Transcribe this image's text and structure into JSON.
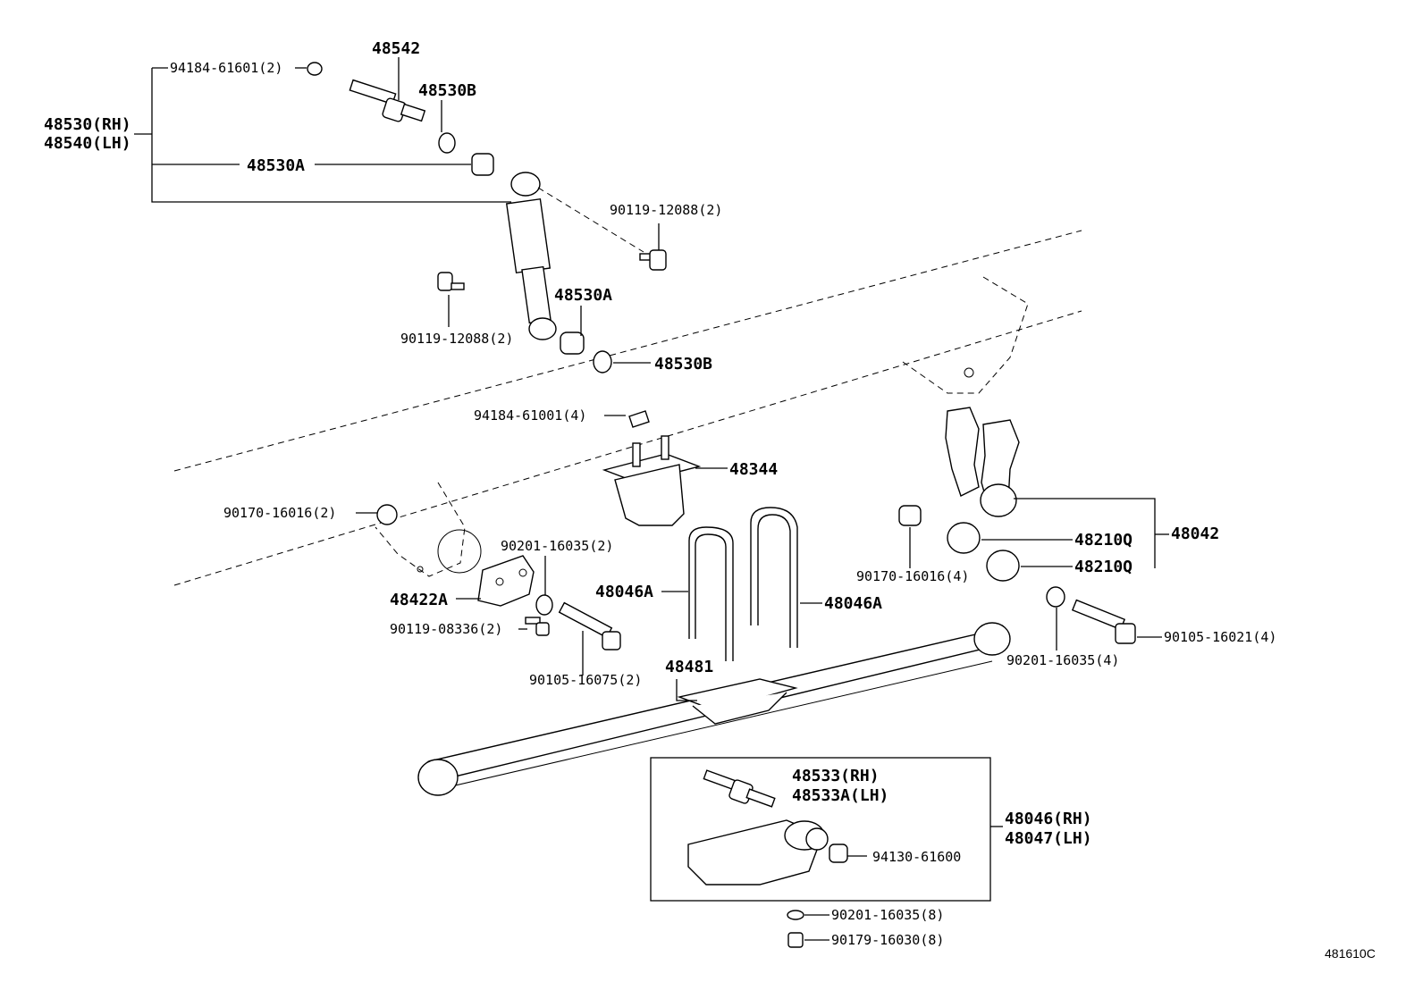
{
  "diagram_code": "481610C",
  "labels": {
    "l94184_61601": "94184-61601(2)",
    "l48542": "48542",
    "l48530b_top": "48530B",
    "l48530_rh": "48530(RH)",
    "l48540_lh": "48540(LH)",
    "l48530a_top": "48530A",
    "l90119_12088_right": "90119-12088(2)",
    "l90119_12088_left": "90119-12088(2)",
    "l48530a_mid": "48530A",
    "l48530b_mid": "48530B",
    "l94184_61001": "94184-61001(4)",
    "l48344": "48344",
    "l90170_16016_left": "90170-16016(2)",
    "l90201_16035_left": "90201-16035(2)",
    "l48422a": "48422A",
    "l90119_08336": "90119-08336(2)",
    "l48046a_left": "48046A",
    "l48046a_right": "48046A",
    "l90105_16075": "90105-16075(2)",
    "l48481": "48481",
    "l48042": "48042",
    "l48210q_top": "48210Q",
    "l48210q_bottom": "48210Q",
    "l90170_16016_right": "90170-16016(4)",
    "l90105_16021": "90105-16021(4)",
    "l90201_16035_right": "90201-16035(4)",
    "l48533_rh": "48533(RH)",
    "l48533a_lh": "48533A(LH)",
    "l48046_rh": "48046(RH)",
    "l48047_lh": "48047(LH)",
    "l94130_61600": "94130-61600",
    "l90201_16035_bottom": "90201-16035(8)",
    "l90179_16030": "90179-16030(8)"
  }
}
